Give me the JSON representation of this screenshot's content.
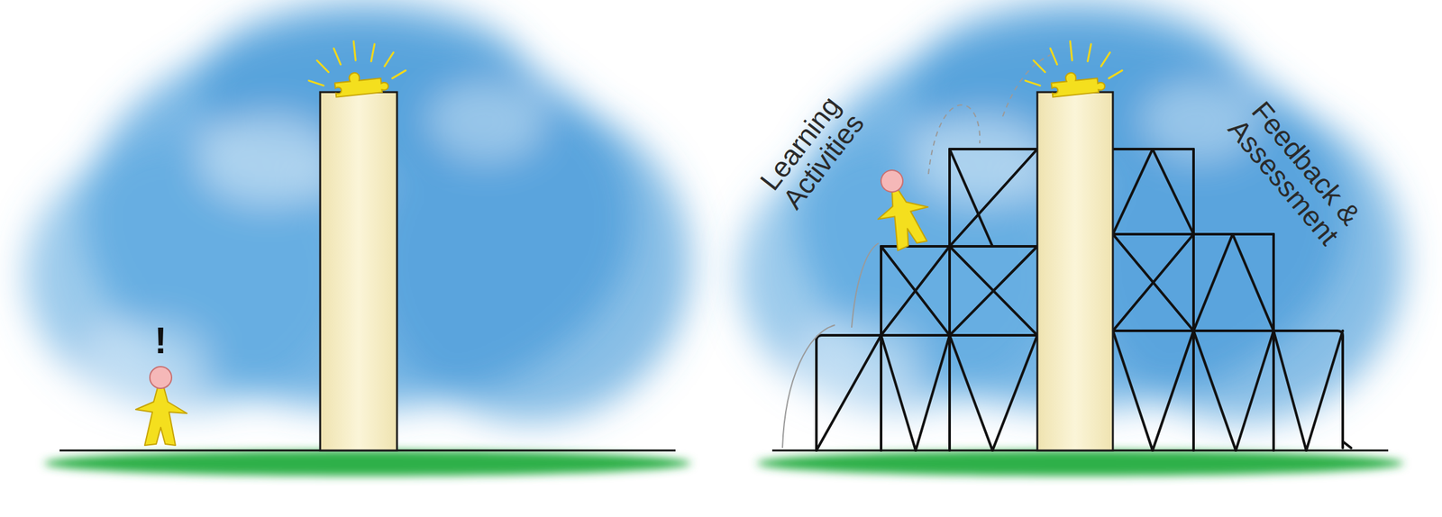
{
  "diagram": {
    "labels": [
      "!",
      "Learning Activities",
      "Feedback & Assessment"
    ]
  }
}
